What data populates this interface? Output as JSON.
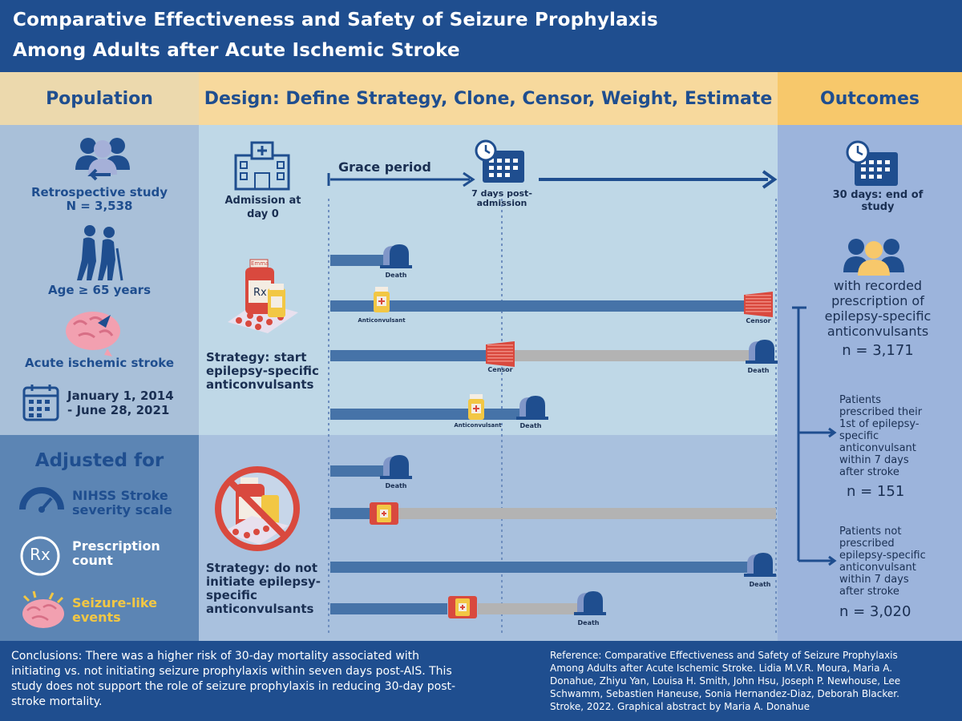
{
  "title": {
    "line1": "Comparative Effectiveness and Safety of Seizure Prophylaxis",
    "line2": "Among Adults after Acute Ischemic Stroke"
  },
  "headers": {
    "population": "Population",
    "design": "Design: Define Strategy, Clone, Censor, Weight, Estimate",
    "outcomes": "Outcomes"
  },
  "population": {
    "study_label": "Retrospective study",
    "study_n": "N = 3,538",
    "age": "Age ≥ 65 years",
    "condition": "Acute ischemic stroke",
    "date_line1": "January 1, 2014",
    "date_line2": "- June 28, 2021"
  },
  "adjusted": {
    "heading": "Adjusted for",
    "item1_line1": "NIHSS Stroke",
    "item1_line2": "severity scale",
    "item2_line1": "Prescription",
    "item2_line2": "count",
    "item3_line1": "Seizure-like",
    "item3_line2": "events"
  },
  "design": {
    "admission_line1": "Admission at",
    "admission_line2": "day 0",
    "grace_period": "Grace period",
    "post_line1": "7 days post-",
    "post_line2": "admission",
    "strategy_start_line1": "Strategy: start",
    "strategy_start_line2": "epilepsy-specific",
    "strategy_start_line3": "anticonvulsants",
    "strategy_none_line1": "Strategy: do not",
    "strategy_none_line2": "initiate epilepsy-",
    "strategy_none_line3": "specific",
    "strategy_none_line4": "anticonvulsants",
    "label_death": "Death",
    "label_censor": "Censor",
    "label_anticonvulsant": "Anticonvulsant",
    "rx_symbol": "Rx",
    "pill_label": "Emma"
  },
  "outcomes": {
    "end_line1": "30 days: end of",
    "end_line2": "study",
    "recorded_line1": "with recorded",
    "recorded_line2": "prescription of",
    "recorded_line3": "epilepsy-specific",
    "recorded_line4": "anticonvulsants",
    "recorded_n": "n = 3,171",
    "first_line1": "Patients",
    "first_line2": "prescribed their",
    "first_line3": "1st of epilepsy-",
    "first_line4": "specific",
    "first_line5": "anticonvulsant",
    "first_line6": "within 7 days",
    "first_line7": "after stroke",
    "first_n": "n = 151",
    "not_line1": "Patients not",
    "not_line2": "prescribed",
    "not_line3": "epilepsy-specific",
    "not_line4": "anticonvulsant",
    "not_line5": "within 7 days",
    "not_line6": "after stroke",
    "not_n": "n = 3,020"
  },
  "footer": {
    "conclusions_line1": "Conclusions: There was a higher risk of 30-day mortality associated with",
    "conclusions_line2": "initiating vs. not initiating seizure prophylaxis within seven days post-AIS. This",
    "conclusions_line3": "study does not support the role of seizure prophylaxis in reducing 30-day post-",
    "conclusions_line4": "stroke mortality.",
    "reference_line1": "Reference: Comparative Effectiveness and Safety of Seizure Prophylaxis",
    "reference_line2": "Among Adults after Acute Ischemic Stroke. Lidia M.V.R. Moura, Maria A.",
    "reference_line3": "Donahue, Zhiyu Yan, Louisa H. Smith, John Hsu, Joseph P. Newhouse, Lee",
    "reference_line4": "Schwamm, Sebastien Haneuse, Sonia Hernandez-Diaz, Deborah Blacker.",
    "reference_line5": "Stroke, 2022. Graphical abstract by Maria A. Donahue"
  },
  "colors": {
    "navy": "#1f4e8f",
    "bar": "#4673a8",
    "gray_bar": "#b3b3b3",
    "censor_red": "#d9493e",
    "brain_pink": "#f2a0b0",
    "yellow": "#f2c744"
  }
}
